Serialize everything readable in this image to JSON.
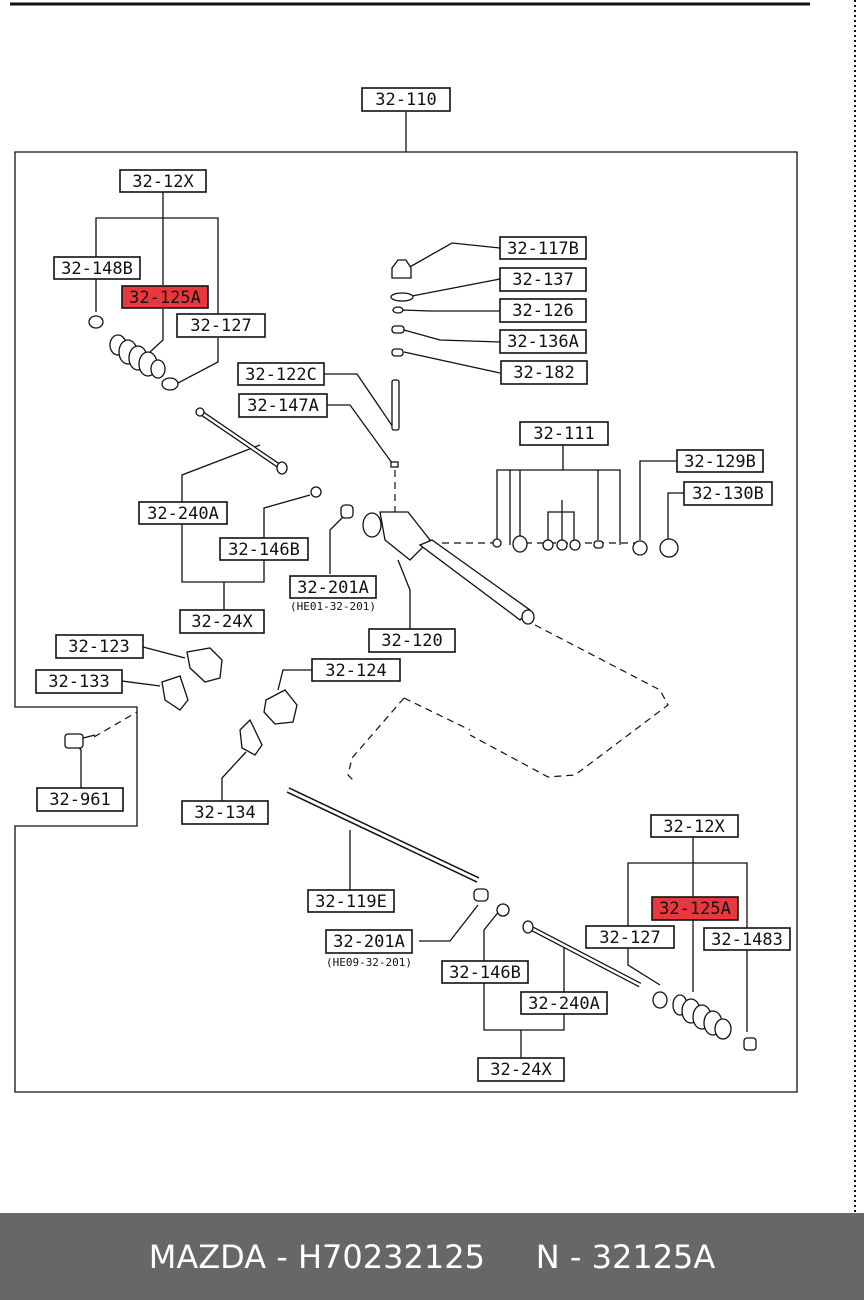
{
  "labels": {
    "top_assembly": "32-110",
    "left_boot_kit": "32-12X",
    "left_clip": "32-148B",
    "left_boot": "32-125A",
    "left_clamp": "32-127",
    "seal_cap": "32-117B",
    "washer": "32-137",
    "oring": "32-126",
    "spring": "32-136A",
    "plug": "32-182",
    "pinion_shaft": "32-122C",
    "pin": "32-147A",
    "housing_kit": "32-111",
    "nut_b": "32-129B",
    "nut_c": "32-130B",
    "left_tie_rod": "32-240A",
    "left_ball_joint": "32-146B",
    "left_bushing": "32-201A",
    "left_bushing_ref": "(HE01-32-201)",
    "left_tie_rod_kit": "32-24X",
    "gear_housing": "32-120",
    "mount_rubber_l": "32-123",
    "mount_bracket_l": "32-133",
    "mount_rubber_r": "32-124",
    "bolt": "32-961",
    "mount_bracket_r": "32-134",
    "rack": "32-119E",
    "right_bushing": "32-201A",
    "right_bushing_ref": "(HE09-32-201)",
    "right_ball_joint": "32-146B",
    "right_tie_rod": "32-240A",
    "right_tie_rod_kit": "32-24X",
    "right_boot_kit": "32-12X",
    "right_boot": "32-125A",
    "right_clamp": "32-127",
    "right_clip": "32-1483"
  },
  "highlight_color": "#e8383d",
  "footer": {
    "text": "MAZDA - H70232125     N - 32125A",
    "background": "#676767"
  }
}
